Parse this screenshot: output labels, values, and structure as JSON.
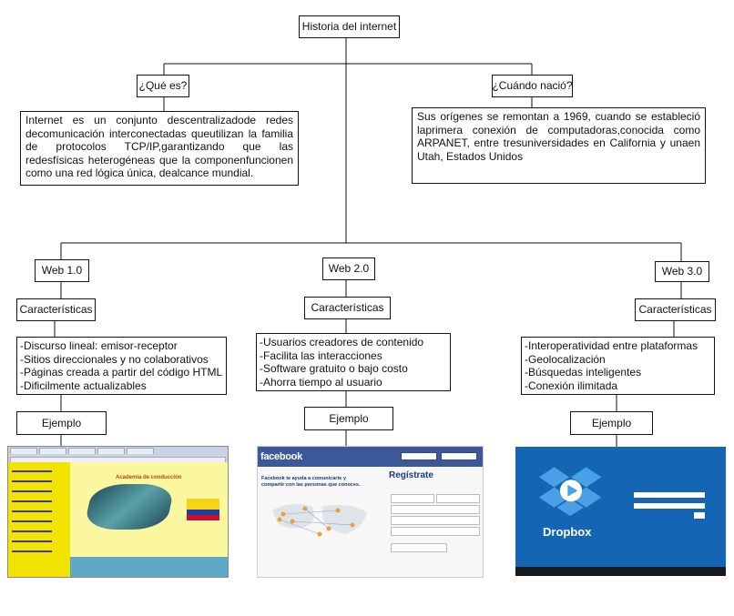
{
  "root": {
    "label": "Historia del internet"
  },
  "what": {
    "label": "¿Qué es?",
    "text": "Internet es un conjunto descentralizadode redes decomunicación interconectadas queutilizan la familia de protocolos TCP/IP,garantizando que las redesfísicas heterogéneas que la componenfuncionen como una red lógica única, dealcance mundial."
  },
  "when": {
    "label": "¿Cuándo nació?",
    "text": "Sus orígenes se remontan a 1969, cuando se estableció laprimera conexión de computadoras,conocida como ARPANET, entre tresuniversidades en California y unaen Utah, Estados Unidos"
  },
  "web1": {
    "label": "Web 1.0",
    "features_label": "Características",
    "features": [
      "-Discurso lineal: emisor-receptor",
      "-Sitios direccionales y no colaborativos",
      "-Páginas creada a partir del código HTML",
      "-Dificilmente actualizables"
    ],
    "example_label": "Ejemplo",
    "screenshot": {
      "title": "Academia de conducción"
    }
  },
  "web2": {
    "label": "Web 2.0",
    "features_label": "Características",
    "features": [
      "-Usuarios creadores de contenido",
      "-Facilita las interacciones",
      "-Software gratuito o bajo costo",
      "-Ahorra tiempo al usuario"
    ],
    "example_label": "Ejemplo",
    "screenshot": {
      "brand": "facebook",
      "tagline": "Facebook te ayuda a comunicarte y compartir con las personas que conoces.",
      "heading": "Regístrate"
    }
  },
  "web3": {
    "label": "Web 3.0",
    "features_label": "Características",
    "features": [
      "-Interoperatividad entre plataformas",
      "-Geolocalización",
      "-Búsquedas inteligentes",
      "-Conexión ilimitada"
    ],
    "example_label": "Ejemplo",
    "screenshot": {
      "brand": "Dropbox"
    }
  },
  "colors": {
    "line": "#111111",
    "facebook": "#3b5998",
    "dropbox": "#1565b5"
  }
}
